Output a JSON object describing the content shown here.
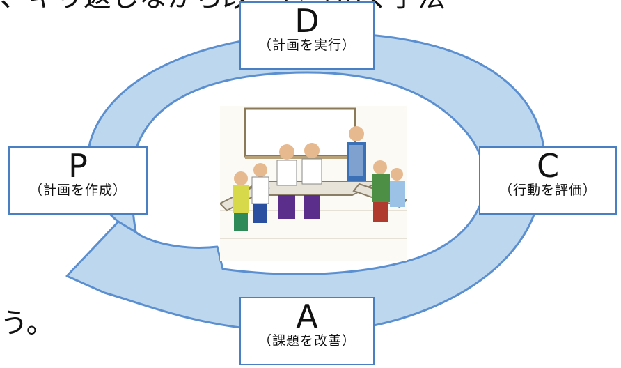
{
  "clipped_text": {
    "top": "、キり返しなから改善し（いく手法",
    "bottom_left": "う。"
  },
  "stages": {
    "do": {
      "letter": "D",
      "desc": "（計画を実行）"
    },
    "plan": {
      "letter": "P",
      "desc": "（計画を作成）"
    },
    "check": {
      "letter": "C",
      "desc": "（行動を評価）"
    },
    "act": {
      "letter": "A",
      "desc": "（課題を改善）"
    }
  },
  "colors": {
    "arrow_fill": "#bdd7ee",
    "arrow_stroke": "#5b8fd0",
    "box_border": "#4a7fc1"
  },
  "illustration": {
    "subject": "meeting-room-people-around-table"
  }
}
